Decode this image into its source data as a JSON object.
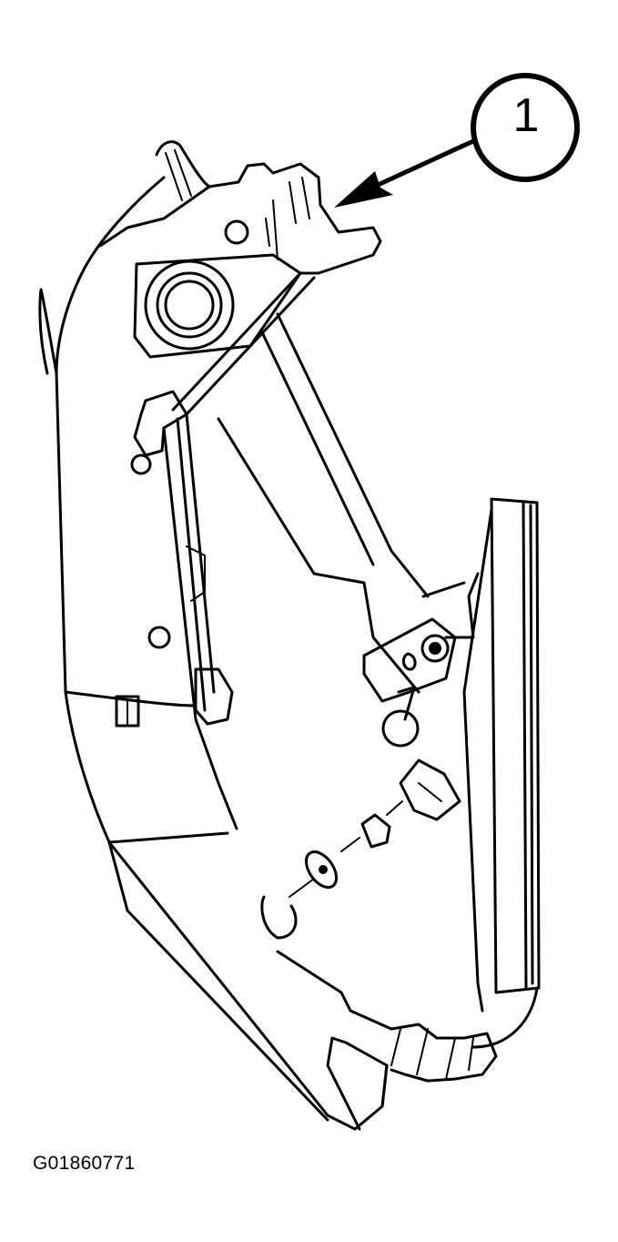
{
  "figure": {
    "id_label": "G01860771",
    "description": "Exploded line drawing of component assembly with bracket, fasteners, washer, nut and grommet",
    "colors": {
      "line": "#000000",
      "background": "#ffffff"
    }
  },
  "callouts": [
    {
      "number": "1",
      "points_to": "bracket-tab"
    }
  ]
}
